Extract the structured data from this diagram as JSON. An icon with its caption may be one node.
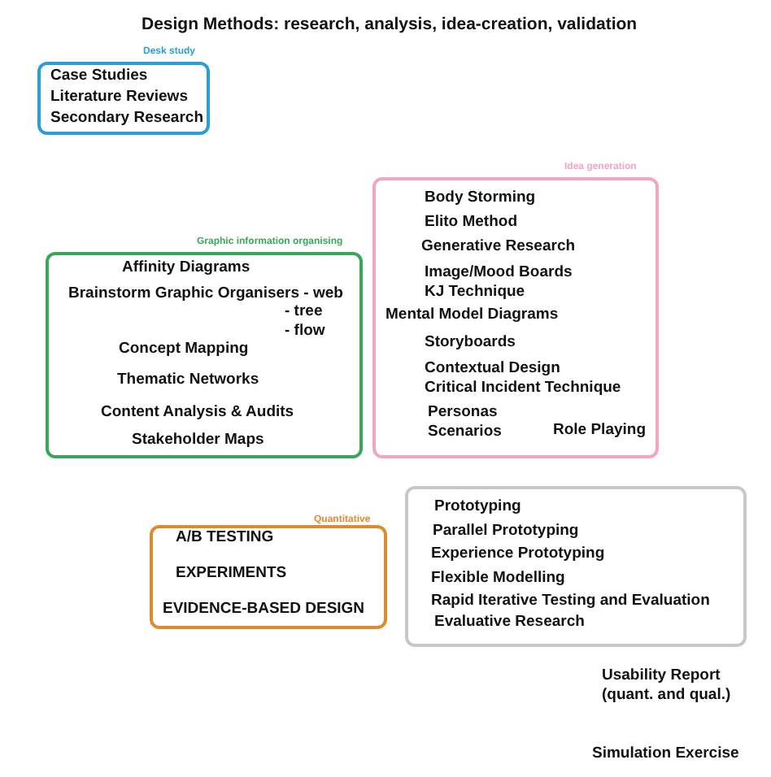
{
  "diagram": {
    "title": "Design Methods: research, analysis, idea-creation, validation",
    "nodes": [
      {
        "text": [
          "Desk study",
          "Case Studies",
          "Literature Reviews",
          "Secondary Research"
        ]
      },
      {
        "text": [
          "Idea generation",
          "Body Storming",
          "Elito Method",
          "Generative Research",
          "Image/Mood Boards",
          "KJ Technique",
          "Mental Model Diagrams",
          "Storyboards",
          "Contextual Design",
          "Critical Incident Technique",
          "Personas",
          "Scenarios",
          "Role Playing"
        ]
      },
      {
        "text": [
          "Graphic information organising",
          "Affinity Diagrams",
          "Brainstorm Graphic Organisers - web",
          "- tree",
          "-  flow",
          "Concept Mapping",
          "Thematic Networks",
          "Content Analysis & Audits",
          "Stakeholder Maps"
        ]
      },
      {
        "text": [
          "Quantitative",
          "A/B TESTING",
          "EXPERIMENTS",
          "EVIDENCE-BASED DESIGN"
        ]
      },
      {
        "text": [
          "Prototyping",
          "Parallel Prototyping",
          "Experience Prototyping",
          "Flexible Modelling",
          "Rapid Iterative Testing and Evaluation",
          "Evaluative Research"
        ]
      }
    ],
    "edges": [],
    "labels": [
      "Usability Report (quant. and qual.)",
      "Simulation Exercise"
    ]
  }
}
